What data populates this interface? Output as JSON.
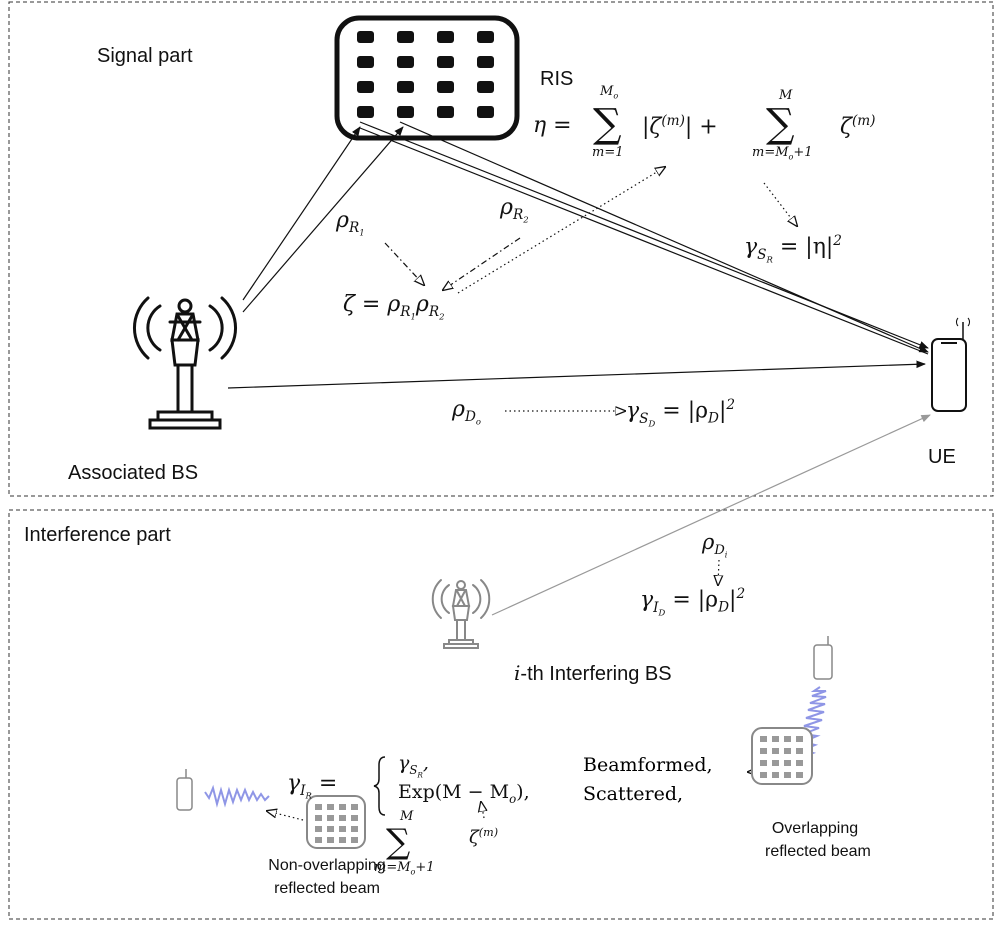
{
  "signal_part": {
    "title": "Signal part",
    "ris_label": "RIS",
    "bs_label": "Associated BS",
    "ue_label": "UE",
    "rho_r1": "ρ",
    "rho_r2": "ρ",
    "zeta_eq": "ζ = ρ",
    "eta_lhs": "η =",
    "eta_term1": "|ζ",
    "eta_plus": "| +",
    "eta_term2": "ζ",
    "sum1_top": "M",
    "sum1_bot": "m=1",
    "sum2_top": "M",
    "sum2_bot": "m=M",
    "gamma_sr": "γ",
    "gamma_sr_rhs": "= |η|",
    "rho_do": "ρ",
    "gamma_sd": "γ",
    "gamma_sd_rhs": "= |ρ",
    "exp2": "2"
  },
  "interference_part": {
    "title": "Interference part",
    "bs_label": "-th Interfering BS",
    "bs_label_i": "i",
    "rho_di": "ρ",
    "gamma_id": "γ",
    "gamma_id_rhs": "= |ρ",
    "gamma_ir": "γ",
    "case1_val": "γ",
    "case2_val": "Exp(M − M",
    "case1_type": "Beamformed,",
    "case2_type": "Scattered,",
    "sum_top": "M",
    "sum_bot": "m=M",
    "sum_term": "ζ",
    "overlap_label_1": "Overlapping",
    "overlap_label_2": "reflected beam",
    "nonoverlap_label_1": "Non-overlapping",
    "nonoverlap_label_2": "reflected beam"
  },
  "colors": {
    "interferer": "#8a8a8a",
    "beam_wave": "#8f96e6",
    "ris_dots_light": "#999999"
  }
}
